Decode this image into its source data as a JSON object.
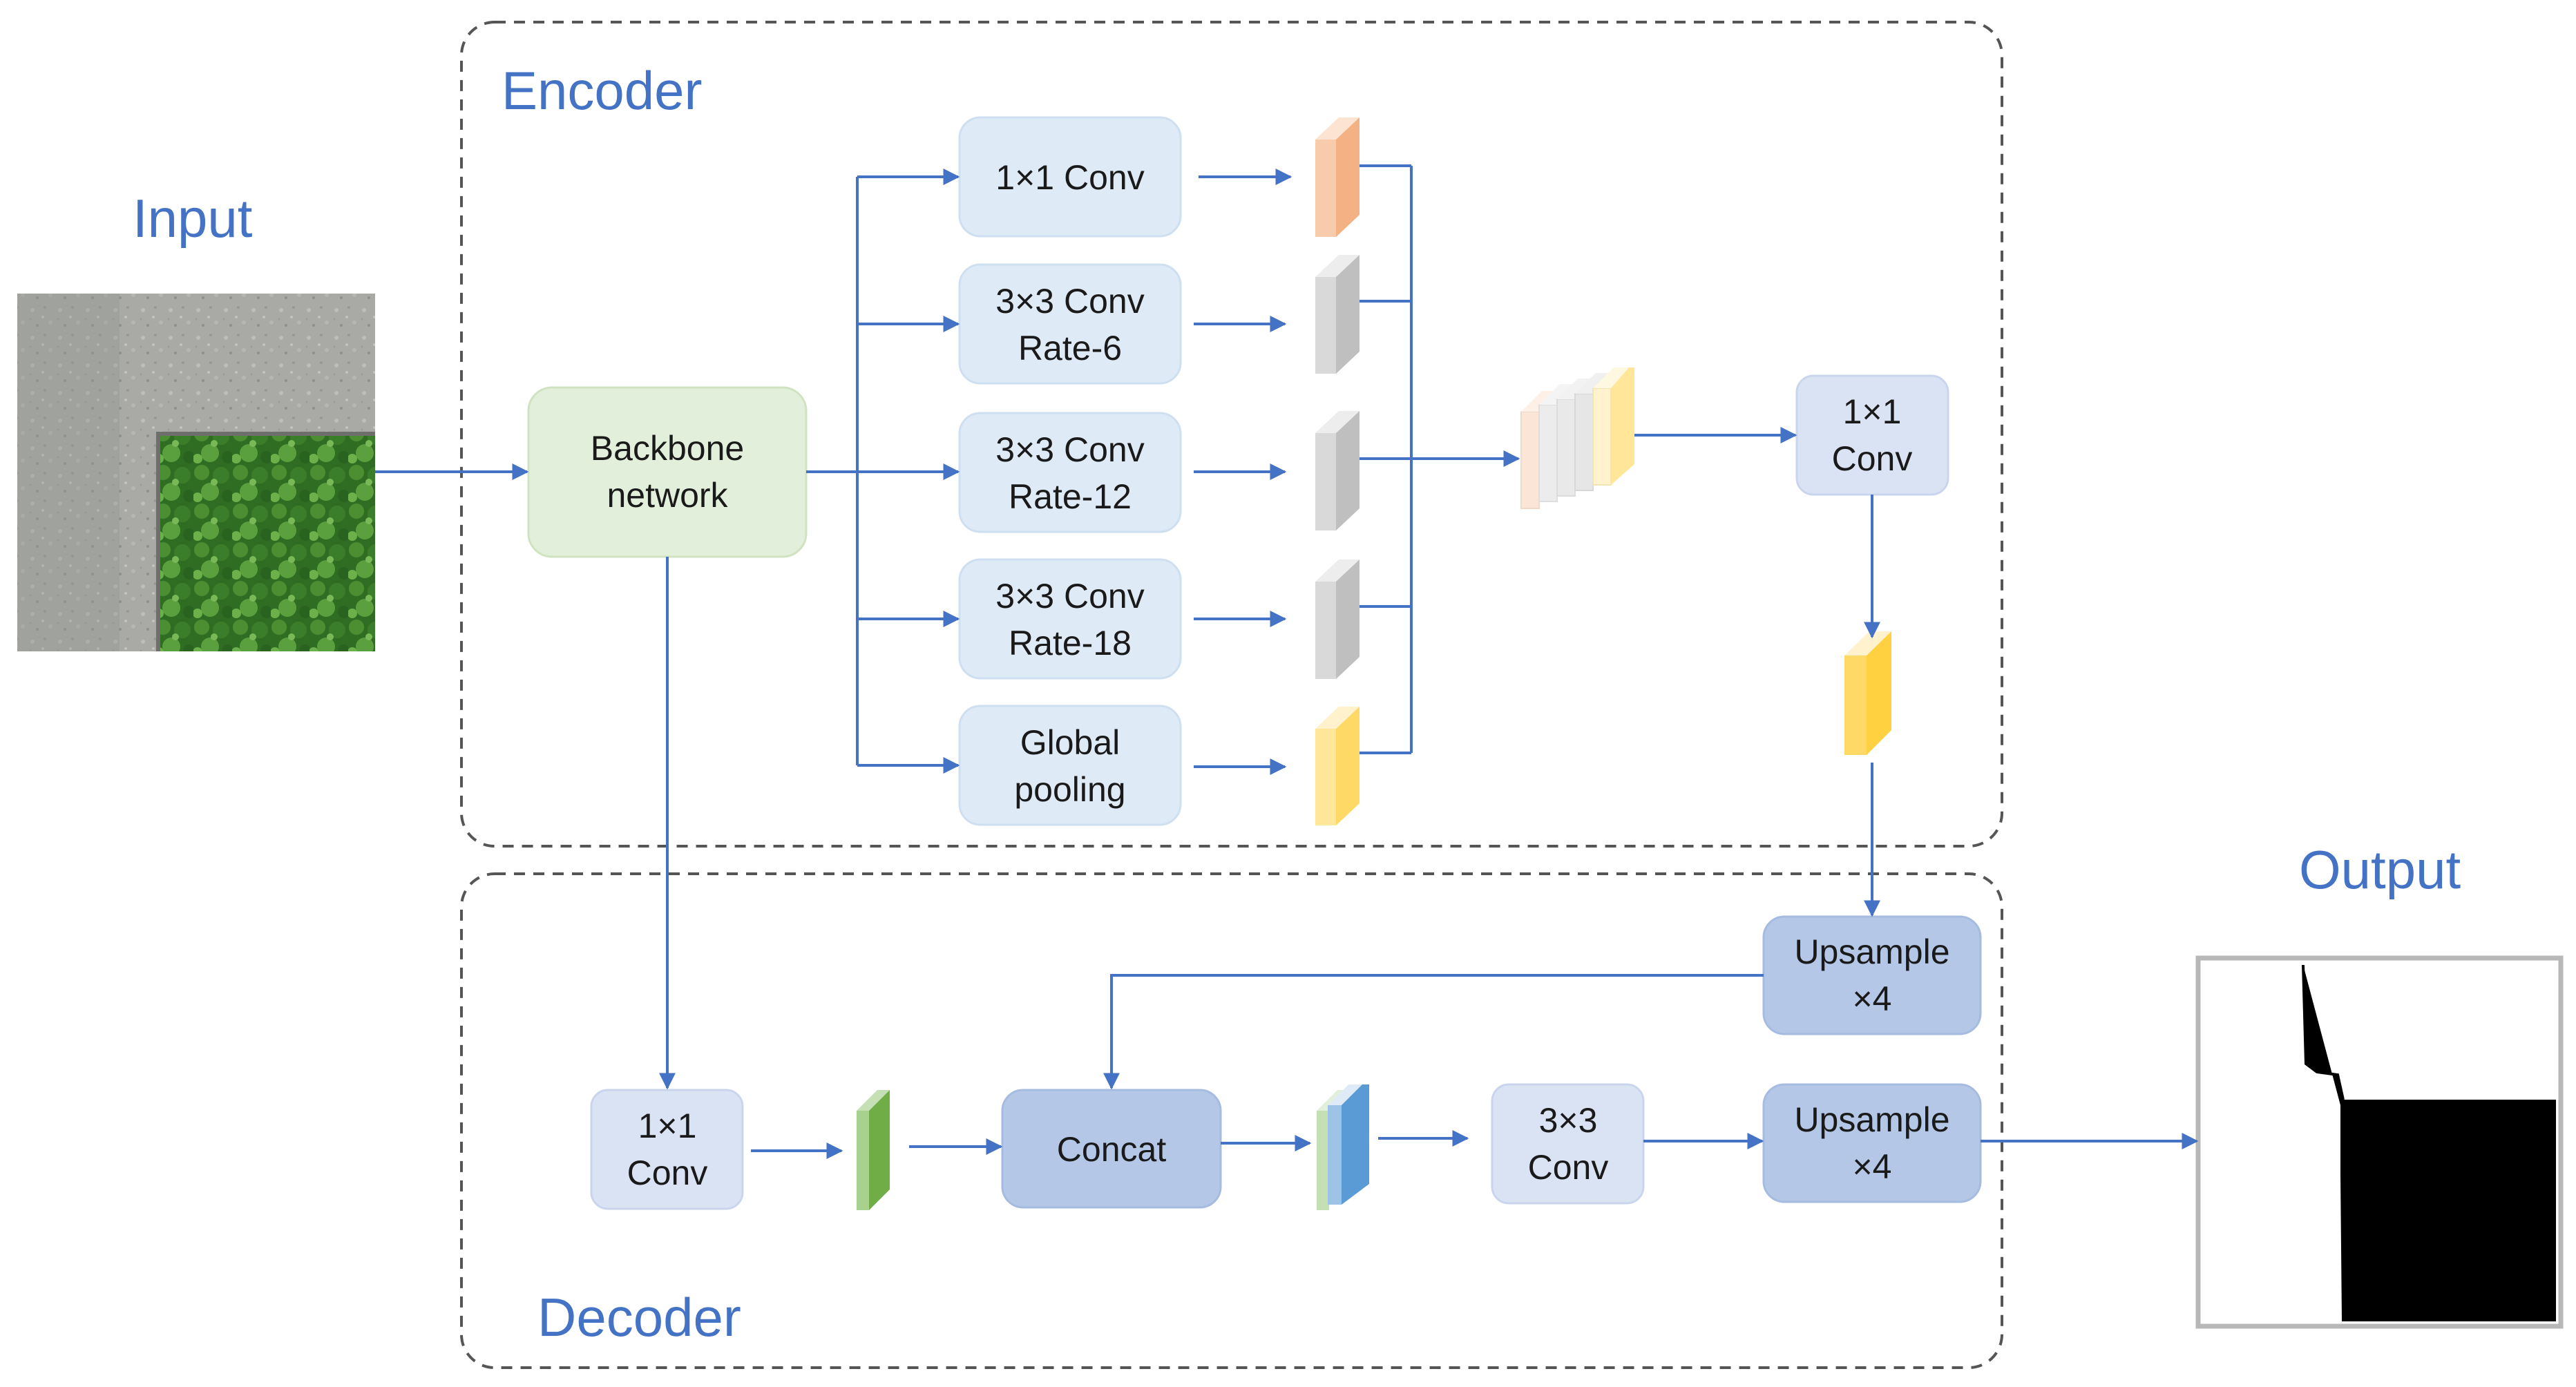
{
  "labels": {
    "input": "Input",
    "output": "Output",
    "encoder": "Encoder",
    "decoder": "Decoder"
  },
  "blocks": {
    "backbone": [
      "Backbone",
      "network"
    ],
    "conv1x1": [
      "1×1 Conv"
    ],
    "conv3x3_r6": [
      "3×3 Conv",
      "Rate-6"
    ],
    "conv3x3_r12": [
      "3×3 Conv",
      "Rate-12"
    ],
    "conv3x3_r18": [
      "3×3 Conv",
      "Rate-18"
    ],
    "global_pooling": [
      "Global",
      "pooling"
    ],
    "encoder_conv1x1": [
      "1×1",
      "Conv"
    ],
    "upsample_top": [
      "Upsample",
      "×4"
    ],
    "decoder_conv1x1": [
      "1×1",
      "Conv"
    ],
    "concat": [
      "Concat"
    ],
    "decoder_conv3x3": [
      "3×3",
      "Conv"
    ],
    "upsample_bottom": [
      "Upsample",
      "×4"
    ]
  },
  "colors": {
    "arrow": "#4472c4",
    "section_label": "#4472c4",
    "backbone_fill": "#e2efda",
    "block_fill": "#deebf7",
    "conv_fill": "#dae3f3",
    "upsample_fill": "#b4c7e7",
    "feature_orange": "#f8cbad",
    "feature_gray": "#d9d9d9",
    "feature_yellow": "#ffe699",
    "feature_green": "#a9d18e",
    "feature_blue": "#9dc3e6"
  }
}
